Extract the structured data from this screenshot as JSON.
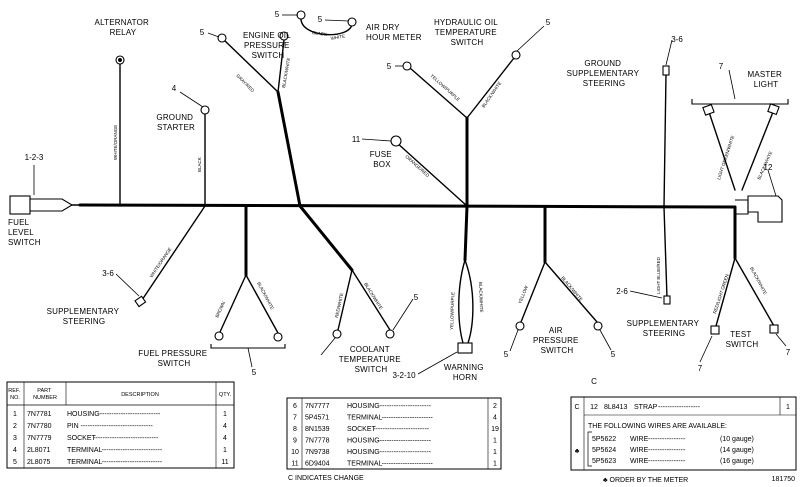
{
  "components": [
    {
      "id": "alternator-relay",
      "lines": [
        "ALTERNATOR",
        "RELAY"
      ]
    },
    {
      "id": "engine-oil-pressure-switch",
      "lines": [
        "ENGINE OIL",
        "PRESSURE",
        "SWITCH"
      ]
    },
    {
      "id": "air-dry-hour-meter",
      "lines": [
        "AIR DRY",
        "HOUR METER"
      ]
    },
    {
      "id": "hydraulic-oil-temperature-switch",
      "lines": [
        "HYDRAULIC OIL",
        "TEMPERATURE",
        "SWITCH"
      ]
    },
    {
      "id": "ground-starter",
      "lines": [
        "GROUND",
        "STARTER"
      ]
    },
    {
      "id": "ground-supplementary-steering",
      "lines": [
        "GROUND",
        "SUPPLEMENTARY",
        "STEERING"
      ]
    },
    {
      "id": "master-light",
      "lines": [
        "MASTER",
        "LIGHT"
      ]
    },
    {
      "id": "fuse-box",
      "lines": [
        "FUSE",
        "BOX"
      ]
    },
    {
      "id": "fuel-level-switch",
      "lines": [
        "FUEL",
        "LEVEL",
        "SWITCH"
      ]
    },
    {
      "id": "supplementary-steering-left",
      "lines": [
        "SUPPLEMENTARY",
        "STEERING"
      ]
    },
    {
      "id": "fuel-pressure-switch",
      "lines": [
        "FUEL PRESSURE",
        "SWITCH"
      ]
    },
    {
      "id": "coolant-temperature-switch",
      "lines": [
        "COOLANT",
        "TEMPERATURE",
        "SWITCH"
      ]
    },
    {
      "id": "warning-horn",
      "lines": [
        "WARNING",
        "HORN"
      ]
    },
    {
      "id": "air-pressure-switch",
      "lines": [
        "AIR",
        "PRESSURE",
        "SWITCH"
      ]
    },
    {
      "id": "supplementary-steering-right",
      "lines": [
        "SUPPLEMENTARY",
        "STEERING"
      ]
    },
    {
      "id": "test-switch",
      "lines": [
        "TEST",
        "SWITCH"
      ]
    }
  ],
  "wire_labels": [
    "WHITE/ORANGE",
    "GRAY/RED",
    "BLACK/WHITE",
    "BLACK",
    "WHITE",
    "YELLOW/PURPLE",
    "BLACK/WHITE",
    "BLACK",
    "ORANGE/RED",
    "WHITE/ORANGE",
    "BROWN",
    "BLACK/WHITE",
    "RED/WHITE",
    "BLACK/WHITE",
    "YELLOW/PURPLE",
    "BLACK/WHITE",
    "YELLOW",
    "BLACK/WHITE",
    "LIGHT BLUE/RED",
    "LIGHT GREEN/WHITE",
    "BLACK/WHITE",
    "RED/LIGHT GREEN",
    "BLACK/WHITE"
  ],
  "refs": [
    "1-2-3",
    "4",
    "5",
    "5",
    "5",
    "3-6",
    "7",
    "11",
    "3-6",
    "5",
    "5",
    "5",
    "3-2-10",
    "5",
    "5",
    "2-6",
    "12",
    "7",
    "7",
    "C"
  ],
  "parts_table": {
    "headers": {
      "ref_no": [
        "REF.",
        "NO."
      ],
      "part_number": [
        "PART",
        "NUMBER"
      ],
      "description": "DESCRIPTION",
      "qty": "QTY."
    },
    "rows": [
      {
        "ref": "1",
        "part": "7N7781",
        "desc": "HOUSING",
        "qty": "1"
      },
      {
        "ref": "2",
        "part": "7N7780",
        "desc": "PIN",
        "qty": "4"
      },
      {
        "ref": "3",
        "part": "7N7779",
        "desc": "SOCKET",
        "qty": "4"
      },
      {
        "ref": "4",
        "part": "2L8071",
        "desc": "TERMINAL",
        "qty": "1"
      },
      {
        "ref": "5",
        "part": "2L8075",
        "desc": "TERMINAL",
        "qty": "11"
      }
    ]
  },
  "parts_table_2": {
    "rows": [
      {
        "ref": "6",
        "part": "7N7777",
        "desc": "HOUSING",
        "qty": "2"
      },
      {
        "ref": "7",
        "part": "5P4571",
        "desc": "TERMINAL",
        "qty": "4"
      },
      {
        "ref": "8",
        "part": "8N1539",
        "desc": "SOCKET",
        "qty": "19"
      },
      {
        "ref": "9",
        "part": "7N7778",
        "desc": "HOUSING",
        "qty": "1"
      },
      {
        "ref": "10",
        "part": "7N9738",
        "desc": "HOUSING",
        "qty": "1"
      },
      {
        "ref": "11",
        "part": "6D9404",
        "desc": "TERMINAL",
        "qty": "1"
      }
    ]
  },
  "parts_table_3": {
    "change_mark": "C",
    "strap": {
      "ref": "12",
      "part": "8L8413",
      "desc": "STRAP",
      "qty": "1"
    },
    "available_note": "THE FOLLOWING WIRES ARE AVAILABLE:",
    "wire_mark": "♣",
    "wires": [
      {
        "part": "5P5622",
        "desc": "WIRE",
        "gauge": "(10 gauge)"
      },
      {
        "part": "5P5624",
        "desc": "WIRE",
        "gauge": "(14 gauge)"
      },
      {
        "part": "5P5623",
        "desc": "WIRE",
        "gauge": "(16 gauge)"
      }
    ]
  },
  "footer": {
    "change_note": "C INDICATES CHANGE",
    "order_note": "♣ ORDER BY THE METER",
    "figure_number": "181750"
  }
}
